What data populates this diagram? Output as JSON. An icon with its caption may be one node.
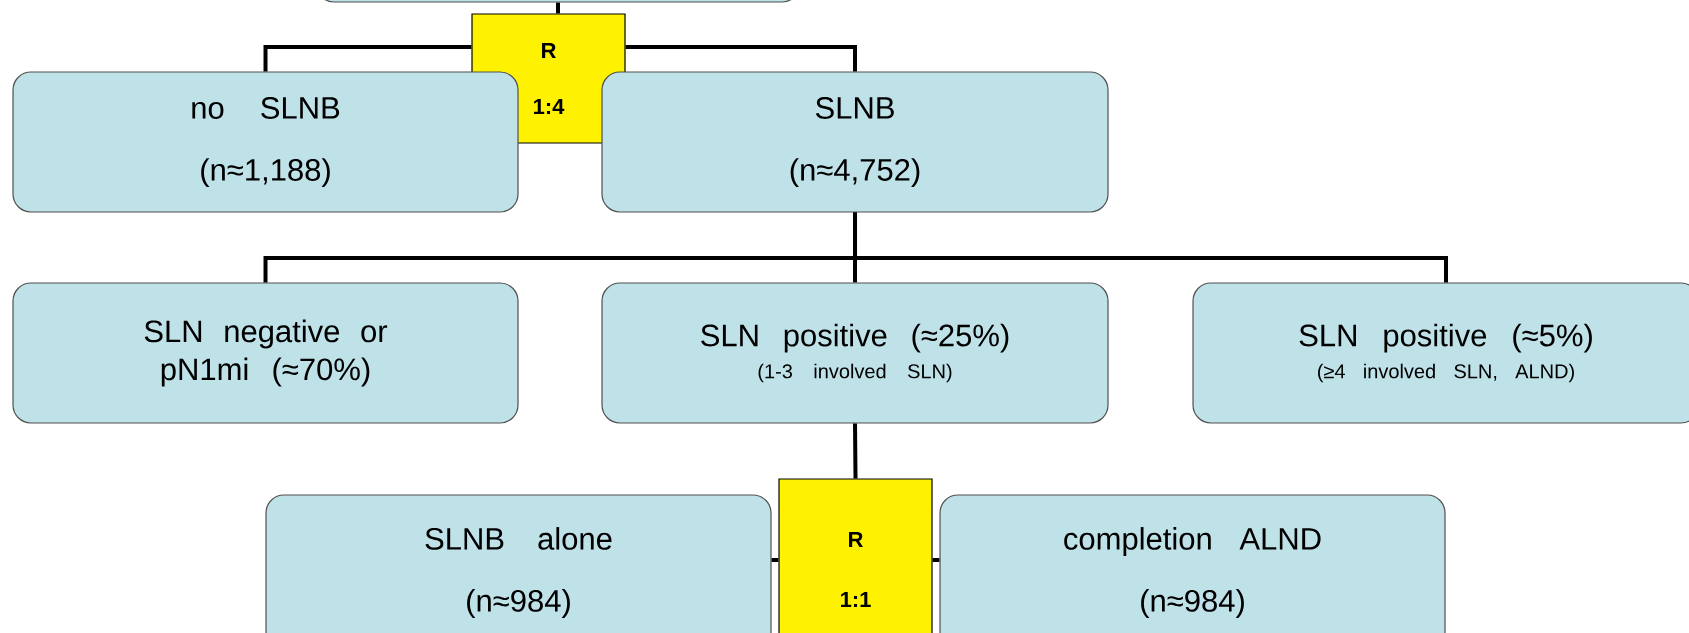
{
  "diagram": {
    "nodes": [
      {
        "text": [],
        "shape": "box"
      },
      {
        "text": [
          "R",
          "1:4"
        ]
      },
      {
        "text": [
          "no SLNB",
          "(n≈1,188)"
        ]
      },
      {
        "text": [
          "SLNB",
          "(n≈4,752)"
        ]
      },
      {
        "text": [
          "SLN negative or pN1mi (≈70%)"
        ]
      },
      {
        "text": [
          "SLN positive (≈25%)",
          "(1-3 involved SLN)"
        ]
      },
      {
        "text": [
          "SLN positive (≈5%)",
          "(≥4 involved SLN, ALND)"
        ]
      },
      {
        "text": [
          "R",
          "1:1"
        ]
      },
      {
        "text": [
          "SLNB alone",
          "(n≈984)"
        ]
      },
      {
        "text": [
          "completion ALND",
          "(n≈984)"
        ]
      }
    ],
    "edges": [
      {
        "from": 0,
        "to": 1,
        "arrow": "none"
      },
      {
        "from": 1,
        "to": 2,
        "arrow": "none"
      },
      {
        "from": 1,
        "to": 3,
        "arrow": "none"
      },
      {
        "from": 3,
        "to": 4,
        "arrow": "none"
      },
      {
        "from": 3,
        "to": 5,
        "arrow": "none"
      },
      {
        "from": 3,
        "to": 6,
        "arrow": "none"
      },
      {
        "from": 5,
        "to": 7,
        "arrow": "none"
      },
      {
        "from": 7,
        "to": 8,
        "arrow": "none"
      },
      {
        "from": 7,
        "to": 9,
        "arrow": "none"
      }
    ]
  }
}
